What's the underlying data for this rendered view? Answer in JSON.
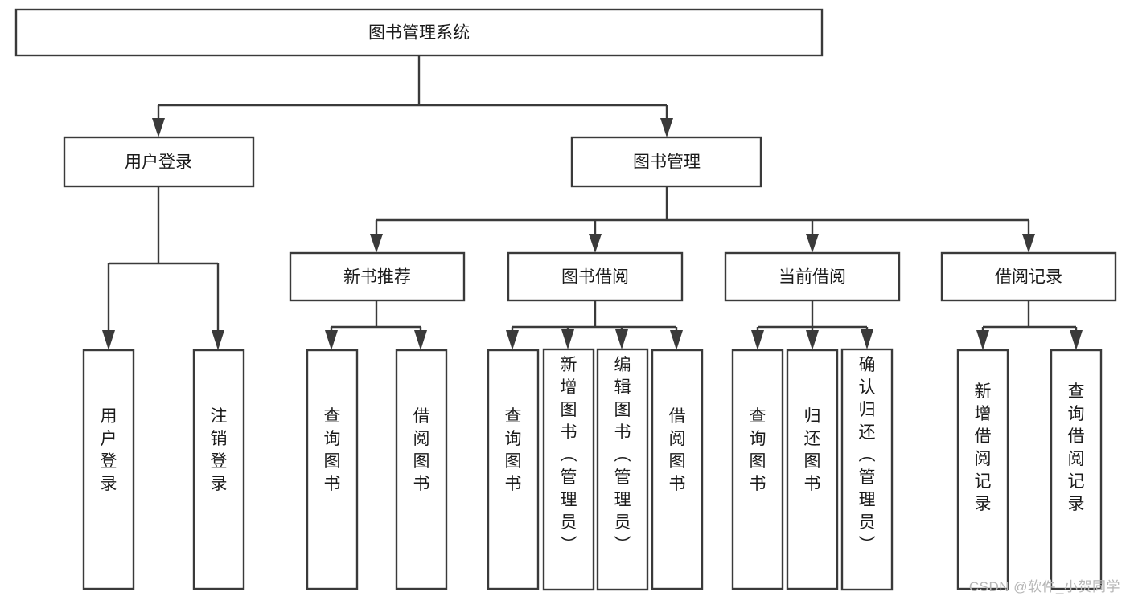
{
  "diagram": {
    "type": "tree",
    "title": "图书管理系统",
    "root": {
      "id": "root",
      "label": "图书管理系统",
      "orientation": "horizontal"
    },
    "level1": [
      {
        "id": "user-login",
        "label": "用户登录",
        "orientation": "horizontal"
      },
      {
        "id": "book-manage",
        "label": "图书管理",
        "orientation": "horizontal"
      }
    ],
    "level2": [
      {
        "id": "new-book-recommend",
        "label": "新书推荐",
        "parent": "book-manage",
        "orientation": "horizontal"
      },
      {
        "id": "book-borrow",
        "label": "图书借阅",
        "parent": "book-manage",
        "orientation": "horizontal"
      },
      {
        "id": "current-borrow",
        "label": "当前借阅",
        "parent": "book-manage",
        "orientation": "horizontal"
      },
      {
        "id": "borrow-record",
        "label": "借阅记录",
        "parent": "book-manage",
        "orientation": "horizontal"
      }
    ],
    "leaves": [
      {
        "id": "leaf-user-login",
        "label": "用户登录",
        "parent": "user-login",
        "orientation": "vertical"
      },
      {
        "id": "leaf-user-logout",
        "label": "注销登录",
        "parent": "user-login",
        "orientation": "vertical"
      },
      {
        "id": "leaf-query-book-1",
        "label": "查询图书",
        "parent": "new-book-recommend",
        "orientation": "vertical"
      },
      {
        "id": "leaf-borrow-book-1",
        "label": "借阅图书",
        "parent": "new-book-recommend",
        "orientation": "vertical"
      },
      {
        "id": "leaf-query-book-2",
        "label": "查询图书",
        "parent": "book-borrow",
        "orientation": "vertical"
      },
      {
        "id": "leaf-add-book",
        "label": "新增图书（管理员）",
        "parent": "book-borrow",
        "orientation": "vertical"
      },
      {
        "id": "leaf-edit-book",
        "label": "编辑图书（管理员）",
        "parent": "book-borrow",
        "orientation": "vertical"
      },
      {
        "id": "leaf-borrow-book-2",
        "label": "借阅图书",
        "parent": "book-borrow",
        "orientation": "vertical"
      },
      {
        "id": "leaf-query-book-3",
        "label": "查询图书",
        "parent": "current-borrow",
        "orientation": "vertical"
      },
      {
        "id": "leaf-return-book",
        "label": "归还图书",
        "parent": "current-borrow",
        "orientation": "vertical"
      },
      {
        "id": "leaf-confirm-return",
        "label": "确认归还（管理员）",
        "parent": "current-borrow",
        "orientation": "vertical"
      },
      {
        "id": "leaf-add-record",
        "label": "新增借阅记录",
        "parent": "borrow-record",
        "orientation": "vertical"
      },
      {
        "id": "leaf-query-record",
        "label": "查询借阅记录",
        "parent": "borrow-record",
        "orientation": "vertical"
      }
    ],
    "colors": {
      "background": "#ffffff",
      "box_fill": "#ffffff",
      "box_stroke": "#3a3a3a",
      "connector": "#3a3a3a",
      "text": "#1b1b1b",
      "watermark": "#b6b6b6"
    }
  },
  "watermark": {
    "text": "CSDN @软件_小贺同学"
  }
}
